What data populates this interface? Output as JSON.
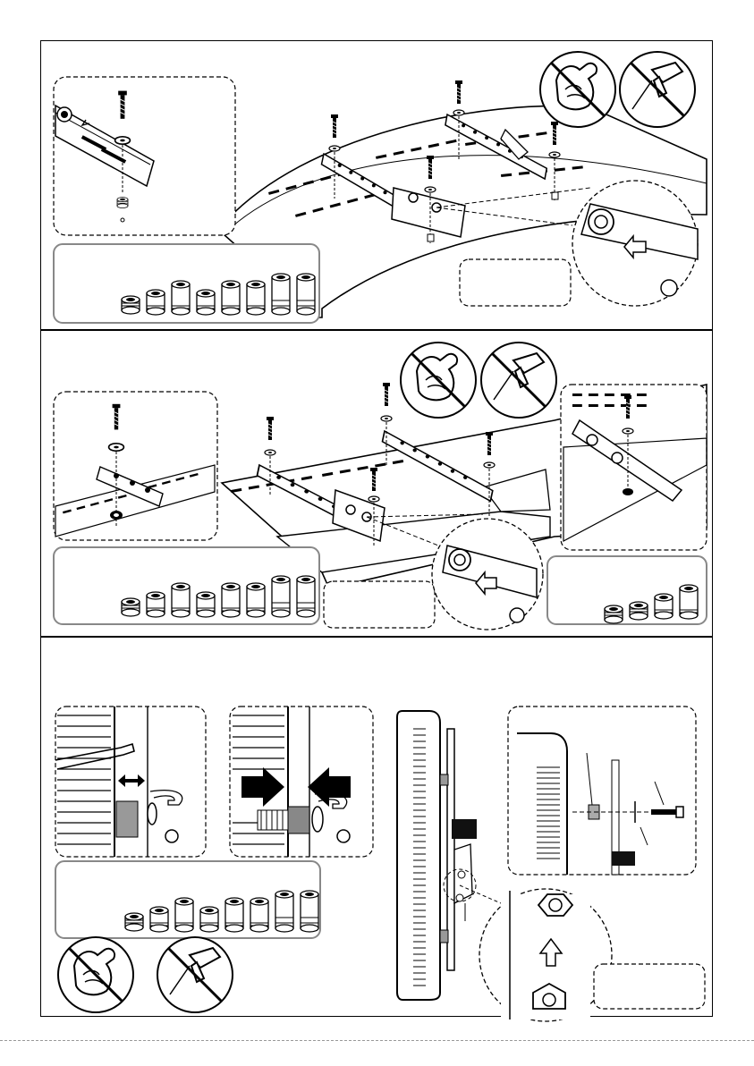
{
  "document": {
    "type": "installation-instructions",
    "sections": [
      {
        "id": "step-a",
        "contains": [
          "detail-inset-screw-washer-spacer",
          "spacer-sizes-panel",
          "caution-no-force",
          "caution-no-power-tool",
          "curved-tv-back",
          "mount-brackets",
          "empty-label-box",
          "magnified-bracket-detail"
        ]
      },
      {
        "id": "step-b",
        "contains": [
          "detail-inset-screw-washer-recess",
          "spacer-sizes-panel",
          "caution-no-force",
          "caution-no-power-tool",
          "tv-back-with-stand",
          "mount-brackets",
          "empty-label-box",
          "magnified-bracket-detail",
          "detail-inset-small-spacers",
          "small-spacer-sizes-panel"
        ]
      },
      {
        "id": "step-c",
        "contains": [
          "gap-check-detail",
          "spacer-compression-detail",
          "spacer-sizes-panel",
          "caution-no-force",
          "caution-no-power-tool",
          "tv-side-profile",
          "assembly-callout",
          "magnified-arrow-detail",
          "empty-label-box"
        ]
      }
    ],
    "icons": [
      "no-force-icon",
      "no-power-tool-icon",
      "arrow-right-icon",
      "arrow-left-icon",
      "double-arrow-icon",
      "up-arrow-icon"
    ],
    "colors": {
      "ink": "#000000",
      "fill_gray": "#aaaaaa",
      "label_black": "#111111",
      "background": "#ffffff"
    }
  }
}
